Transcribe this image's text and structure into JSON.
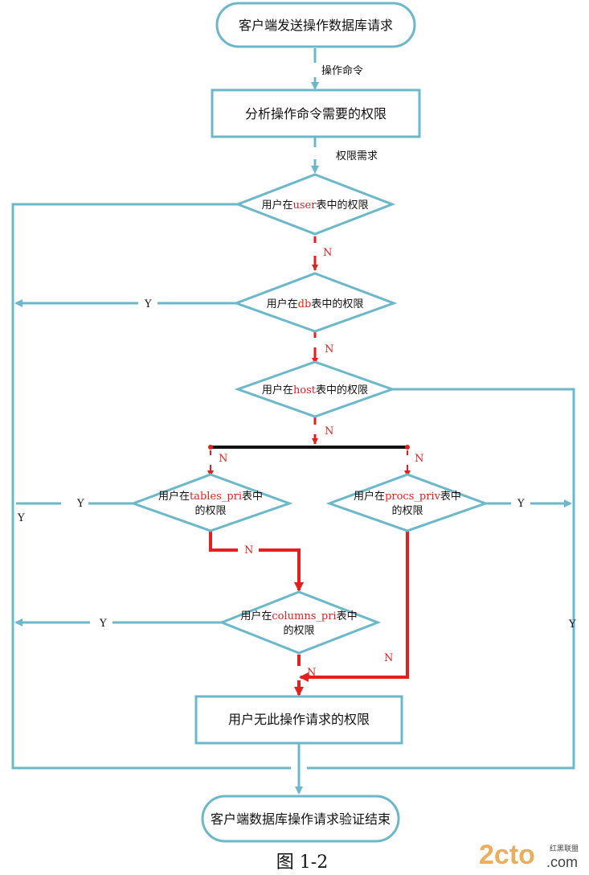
{
  "colors": {
    "teal": "#6ab8c9",
    "red": "#e61e1e",
    "black": "#111111"
  },
  "nodes": {
    "start": "客户端发送操作数据库请求",
    "analyze": "分析操作命令需要的权限",
    "user_pre": "用户在",
    "user_kw": "user",
    "user_post": "表中的权限",
    "db_pre": "用户在",
    "db_kw": "db",
    "db_post": "表中的权限",
    "host_pre": "用户在",
    "host_kw": "host",
    "host_post": "表中的权限",
    "tables_pre": "用户在",
    "tables_kw": "tables_pri",
    "tables_post": "表中",
    "tables_line2": "的权限",
    "procs_pre": "用户在",
    "procs_kw": "procs_priv",
    "procs_post": "表中",
    "procs_line2": "的权限",
    "columns_pre": "用户在",
    "columns_kw": "columns_pri",
    "columns_post": "表中",
    "columns_line2": "的权限",
    "deny": "用户无此操作请求的权限",
    "end": "客户端数据库操作请求验证结束"
  },
  "edges": {
    "op_cmd": "操作命令",
    "priv_need": "权限需求",
    "n1": "N",
    "n2": "N",
    "n3": "N",
    "n4": "N",
    "n5": "N",
    "n6": "N",
    "n7": "N",
    "n8": "N",
    "y_db": "Y",
    "y_tables": "Y",
    "y_procs": "Y",
    "y_columns": "Y",
    "y_left": "Y",
    "y_right": "Y"
  },
  "caption": "图 1-2",
  "watermark": {
    "brand": "2cto",
    "sub": "红黑联盟",
    "domain": ".com"
  }
}
